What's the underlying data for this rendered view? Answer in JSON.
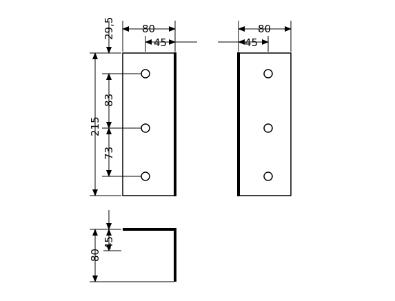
{
  "drawing": {
    "front_view": {
      "width_overall": "80",
      "width_offset": "45",
      "top_offset": "29,5",
      "height_overall": "215",
      "hole_spacing_upper": "83",
      "hole_spacing_lower": "73"
    },
    "back_view": {
      "width_overall": "80",
      "width_offset": "45"
    },
    "section_view": {
      "height_overall": "80",
      "height_offset": "45"
    }
  }
}
